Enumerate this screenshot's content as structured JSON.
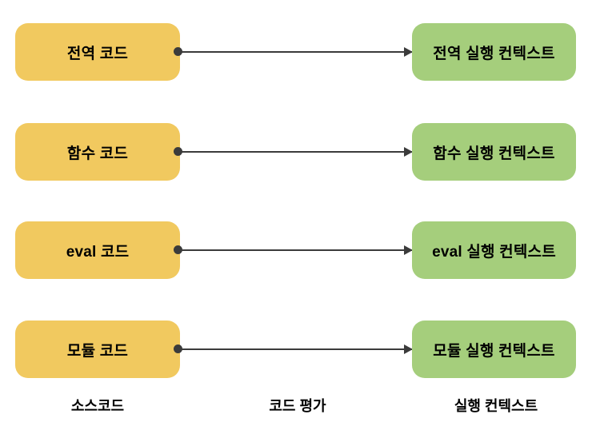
{
  "diagram": {
    "rows": [
      {
        "source": "전역 코드",
        "context": "전역 실행 컨텍스트"
      },
      {
        "source": "함수 코드",
        "context": "함수 실행 컨텍스트"
      },
      {
        "source": "eval 코드",
        "context": "eval 실행 컨텍스트"
      },
      {
        "source": "모듈 코드",
        "context": "모듈 실행 컨텍스트"
      }
    ],
    "footer": {
      "source_label": "소스코드",
      "evaluation_label": "코드 평가",
      "context_label": "실행 컨텍스트"
    },
    "colors": {
      "source_box": "#F1C95F",
      "context_box": "#A5CE7C",
      "arrow": "#3B3B3B",
      "background": "#FFFFFF",
      "text": "#000000"
    }
  }
}
